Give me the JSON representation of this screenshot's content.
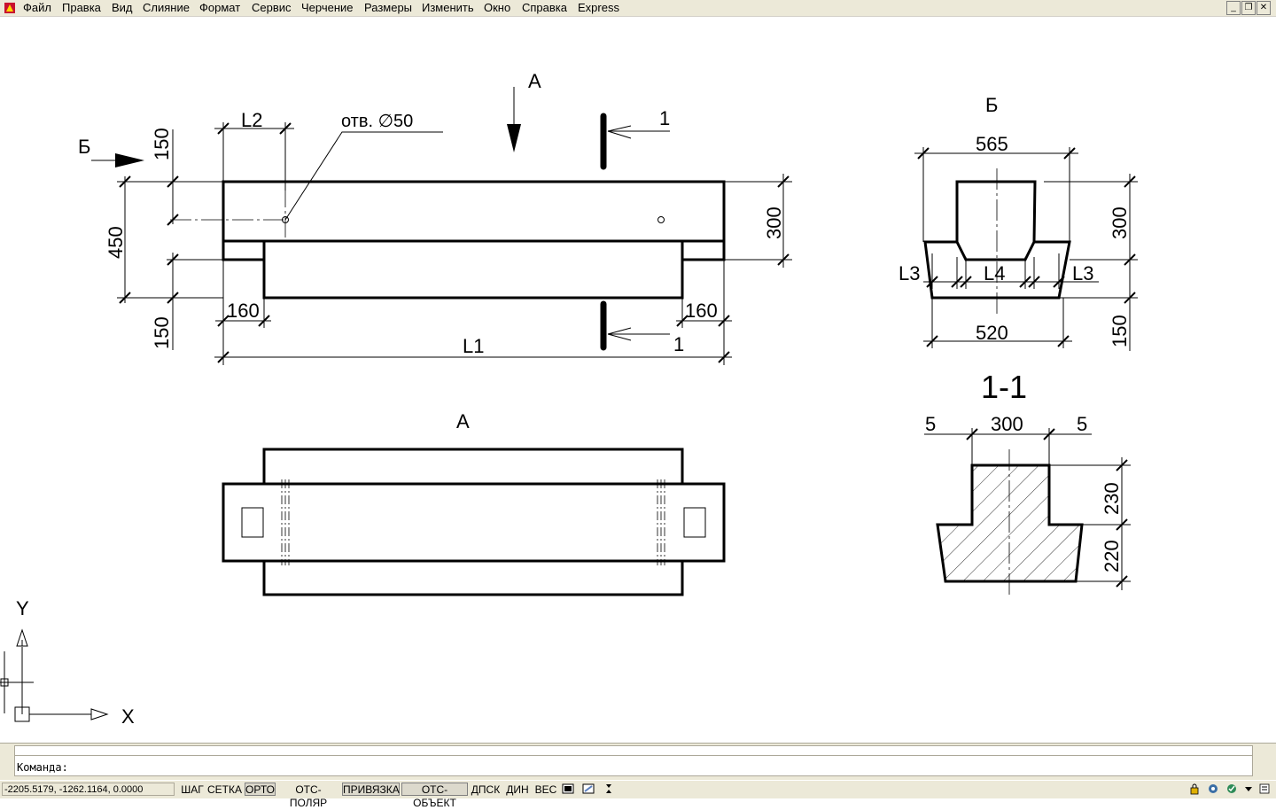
{
  "menu": [
    "Файл",
    "Правка",
    "Вид",
    "Слияние",
    "Формат",
    "Сервис",
    "Черчение",
    "Размеры",
    "Изменить",
    "Окно",
    "Справка",
    "Express"
  ],
  "command": {
    "prompt": "Команда:"
  },
  "status": {
    "coords": "-2205.5179, -1262.1164, 0.0000",
    "buttons": [
      {
        "label": "ШАГ",
        "on": false
      },
      {
        "label": "СЕТКА",
        "on": false
      },
      {
        "label": "ОРТО",
        "on": true
      },
      {
        "label": "ОТС-ПОЛЯР",
        "on": false
      },
      {
        "label": "ПРИВЯЗКА",
        "on": true
      },
      {
        "label": "ОТС-ОБЪЕКТ",
        "on": true
      },
      {
        "label": "ДПСК",
        "on": false
      },
      {
        "label": "ДИН",
        "on": false
      },
      {
        "label": "ВЕС",
        "on": false
      }
    ]
  },
  "drawing": {
    "view_arrow_a": "А",
    "view_arrow_b": "Б",
    "hole_label": "отв. ∅50",
    "dim_l2": "L2",
    "dim_150_top": "150",
    "dim_450": "450",
    "dim_150_bottom": "150",
    "dim_300_right": "300",
    "dim_160_left": "160",
    "dim_160_right": "160",
    "dim_l1": "L1",
    "section_mark_top": "1",
    "section_mark_bottom": "1",
    "plan_title": "А",
    "view_b_title": "Б",
    "dim_565": "565",
    "dim_300_b": "300",
    "dim_150_b": "150",
    "dim_l3_left": "L3",
    "dim_l4": "L4",
    "dim_l3_right": "L3",
    "dim_520": "520",
    "section_title": "1-1",
    "dim_5_left": "5",
    "dim_300_sec": "300",
    "dim_5_right": "5",
    "dim_230": "230",
    "dim_220": "220",
    "ucs_y": "Y",
    "ucs_x": "X"
  }
}
